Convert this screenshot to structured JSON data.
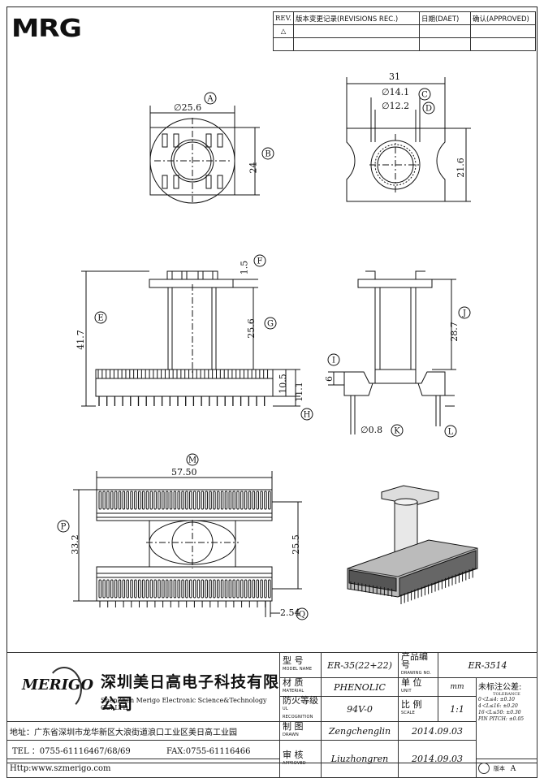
{
  "logo": {
    "text": "MRG"
  },
  "revision": {
    "col_rev": "REV.",
    "col_record": "版本变更记录(REVISIONS REC.)",
    "col_date": "日期(DAET)",
    "col_approved": "确认(APPROVED)"
  },
  "dims": {
    "top_left": {
      "d1": "∅25.6",
      "h": "24"
    },
    "top_right": {
      "w": "31",
      "d1": "∅14.1",
      "d2": "∅12.2",
      "h": "21.6"
    },
    "front": {
      "f": "1.5",
      "e": "41.7",
      "g": "25.6",
      "b1": "10.5",
      "b2": "11.1"
    },
    "side": {
      "j": "28.7",
      "i": "6",
      "pin": "∅0.8"
    },
    "bottom": {
      "m": "57.50",
      "p": "33.2",
      "h": "25.5",
      "pitch": "2.54"
    }
  },
  "callouts": [
    "A",
    "B",
    "C",
    "D",
    "E",
    "F",
    "G",
    "H",
    "I",
    "J",
    "K",
    "L",
    "M",
    "P",
    "Q"
  ],
  "title_block": {
    "brand": "MERIGO",
    "company_cn": "深圳美日高电子科技有限公司",
    "company_en": "ShenZhen Merigo Electronic Science&Technology CO.,LTD",
    "address": "地址：广东省深圳市龙华新区大浪街道浪口工业区美日高工业园",
    "tel": "TEL ：0755-61116467/68/69",
    "fax": "FAX:0755-61116466",
    "http": "Http:www.szmerigo.com",
    "model_label": "型  号",
    "model_label_en": "MODEL NAME",
    "model": "ER-35(22+22)",
    "drawing_label": "产品编号",
    "drawing_label_en": "DRAWING NO.",
    "drawing": "ER-3514",
    "material_label": "材  质",
    "material_label_en": "MATERIAL",
    "material": "PHENOLIC",
    "unit_label": "单  位",
    "unit_label_en": "UNIT",
    "unit": "mm",
    "tolerance_label": "未标注公差:",
    "tolerance_label_en": "TOLERANCE",
    "ul_label": "防火等级",
    "ul_label_en": "UL RECOGNITION",
    "ul": "94V-0",
    "scale_label": "比  例",
    "scale_label_en": "SCALE",
    "scale": "1:1",
    "drawn_label": "制  图",
    "drawn_label_en": "DRAWN",
    "drawn": "Zengchenglin",
    "drawn_date": "2014.09.03",
    "approved_label": "审  核",
    "approved_label_en": "APPROVED",
    "approved": "Liuzhongren",
    "approved_date": "2014.09.03",
    "tol_1": "0＜L≤4:  ±0.10",
    "tol_2": "4＜L≤16:  ±0.20",
    "tol_3": "16＜L≤50: ±0.30",
    "tol_4": "PIN PITCH: ±0.05",
    "rev_letter": "A",
    "sheet_label": "版本"
  }
}
